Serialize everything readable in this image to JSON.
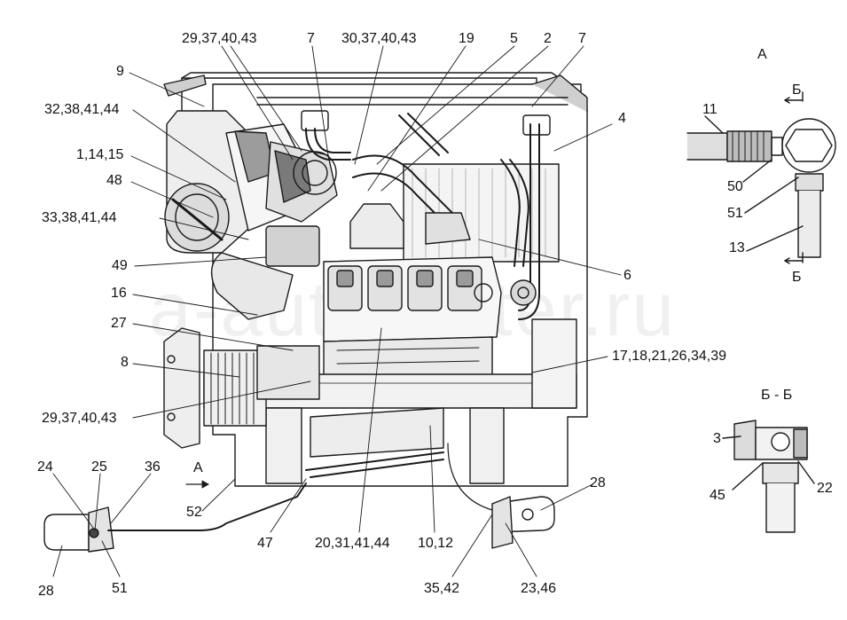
{
  "watermark": "a-autoparter.ru",
  "callouts": {
    "c_29_37_40_43_top": "29,37,40,43",
    "c_7_top_left": "7",
    "c_30_37_40_43": "30,37,40,43",
    "c_19": "19",
    "c_5": "5",
    "c_2": "2",
    "c_7_top_right": "7",
    "c_9": "9",
    "c_32_38_41_44": "32,38,41,44",
    "c_4": "4",
    "c_1_14_15": "1,14,15",
    "c_48": "48",
    "c_33_38_41_44": "33,38,41,44",
    "c_49": "49",
    "c_6": "6",
    "c_16": "16",
    "c_27": "27",
    "c_8": "8",
    "c_17_18_21_26_34_39": "17,18,21,26,34,39",
    "c_29_37_40_43_bottom": "29,37,40,43",
    "c_24": "24",
    "c_25": "25",
    "c_36": "36",
    "c_A_arrow": "A",
    "c_52": "52",
    "c_28_left": "28",
    "c_51_bottom": "51",
    "c_47": "47",
    "c_20_31_41_44": "20,31,41,44",
    "c_10_12": "10,12",
    "c_28_right": "28",
    "c_35_42": "35,42",
    "c_23_46": "23,46"
  },
  "detail_a": {
    "title": "А",
    "section_top": "Б",
    "section_bottom": "Б",
    "c_11": "11",
    "c_50": "50",
    "c_51": "51",
    "c_13": "13"
  },
  "detail_bb": {
    "title": "Б - Б",
    "c_3": "3",
    "c_45": "45",
    "c_22": "22"
  }
}
